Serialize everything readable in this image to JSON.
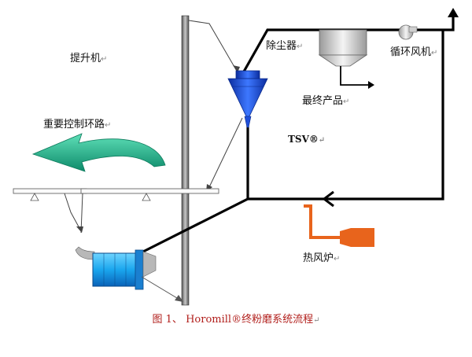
{
  "labels": {
    "elevator": "提升机",
    "control_loop": "重要控制环路",
    "dust_collector": "除尘器",
    "circulating_fan": "循环风机",
    "final_product": "最终产品",
    "tsv": "TSV®",
    "hot_air_furnace": "热风炉"
  },
  "paragraph_mark": "↵",
  "caption": "图 1、 Horomill®终粉磨系统流程",
  "colors": {
    "separator_blue": "#1f4fd8",
    "mill_blue": "#1aa6ee",
    "control_arrow_green": "#1fa88a",
    "furnace_orange": "#e8641c",
    "gas_line": "#000000",
    "caption_red": "#b2201d"
  }
}
